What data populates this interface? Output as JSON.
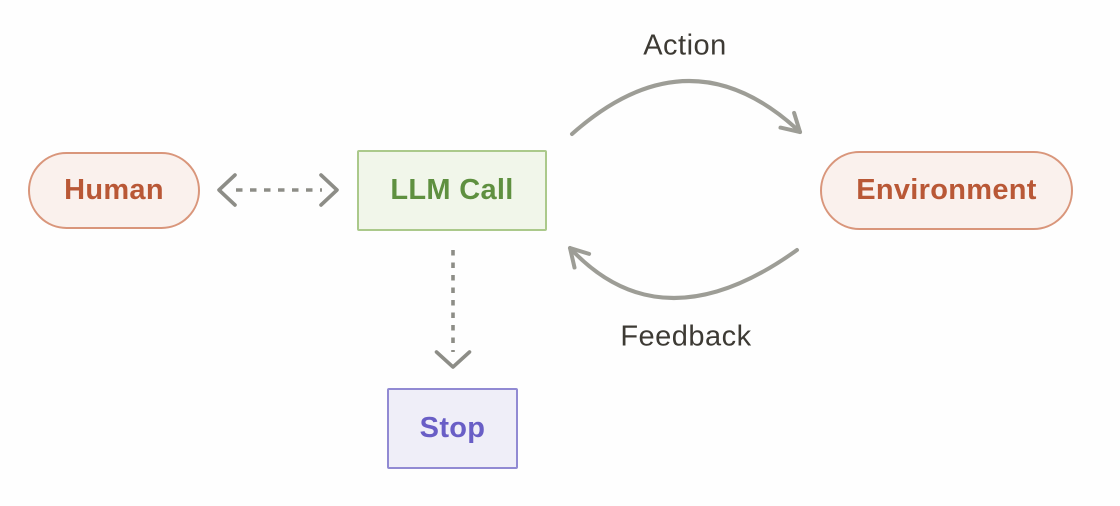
{
  "diagram": {
    "title": "Agent loop diagram",
    "nodes": {
      "human": {
        "label": "Human",
        "shape": "pill",
        "color_role": "terracotta"
      },
      "llm_call": {
        "label": "LLM Call",
        "shape": "rectangle",
        "color_role": "green"
      },
      "environment": {
        "label": "Environment",
        "shape": "pill",
        "color_role": "terracotta"
      },
      "stop": {
        "label": "Stop",
        "shape": "rectangle",
        "color_role": "purple"
      }
    },
    "edges": {
      "action": {
        "label": "Action",
        "from": "llm_call",
        "to": "environment",
        "style": "solid-curved"
      },
      "feedback": {
        "label": "Feedback",
        "from": "environment",
        "to": "llm_call",
        "style": "solid-curved"
      },
      "human_llm": {
        "label": "",
        "from": "human",
        "to": "llm_call",
        "style": "dashed",
        "bidirectional": true
      },
      "llm_stop": {
        "label": "",
        "from": "llm_call",
        "to": "stop",
        "style": "dashed",
        "bidirectional": false
      }
    },
    "colors": {
      "background": "#fefefe",
      "terracotta_text": "#b95836",
      "terracotta_border": "#d9967b",
      "terracotta_bg": "#faf1ed",
      "green_text": "#5f9040",
      "green_border": "#abc98b",
      "green_bg": "#f1f6ea",
      "purple_text": "#695ec6",
      "purple_border": "#918ad3",
      "purple_bg": "#efeef8",
      "arrow_gray": "#9d9d96",
      "dash_gray": "#8d8d87",
      "label_text": "#3d3a34"
    }
  }
}
